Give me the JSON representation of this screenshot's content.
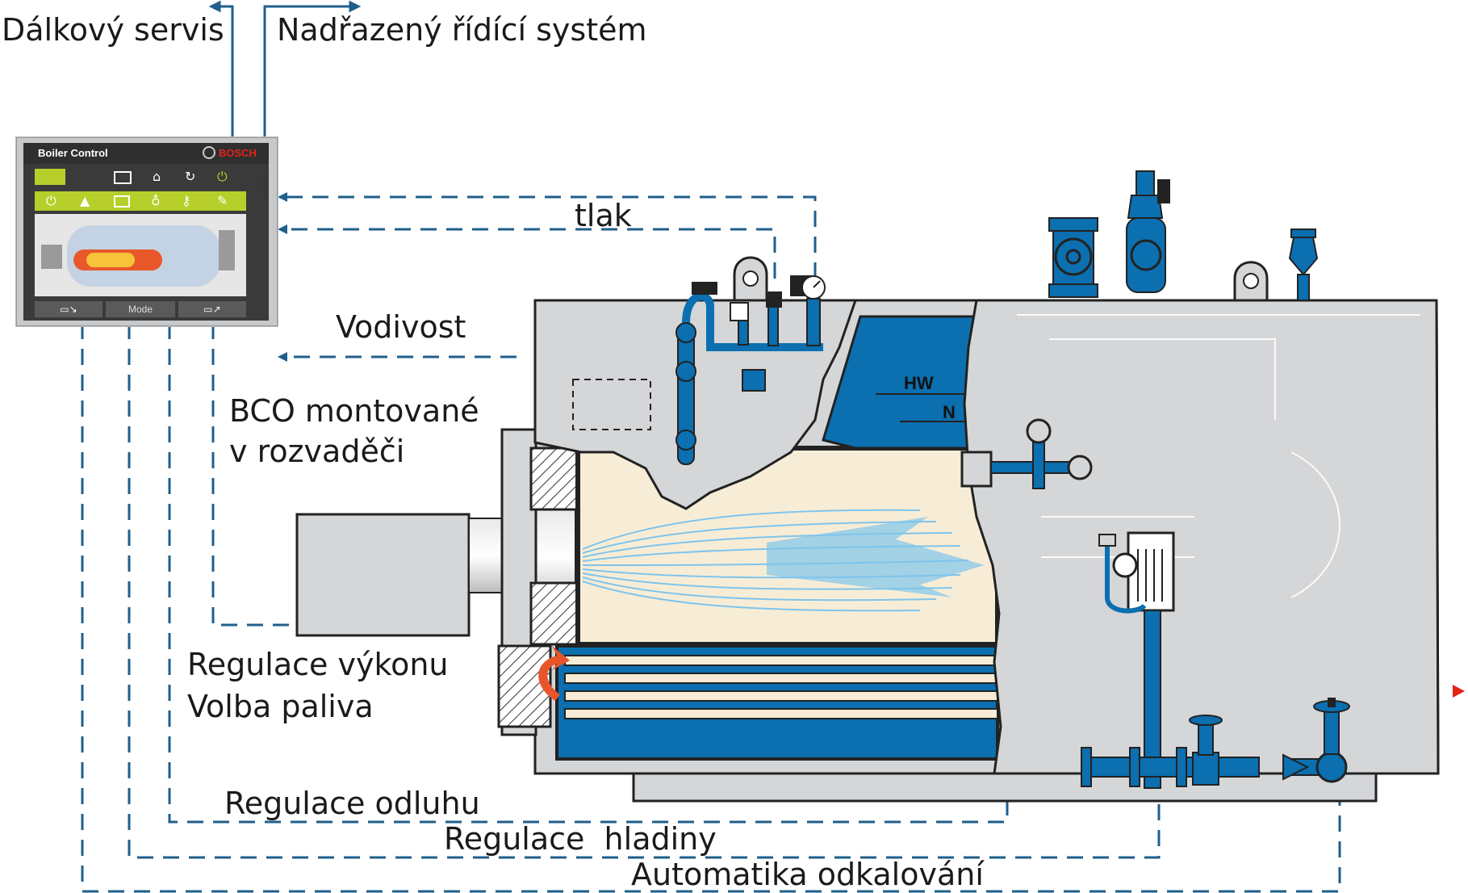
{
  "labels": {
    "remote_service": "Dálkový servis",
    "master_control": "Nadřazený řídící systém",
    "pressure": "tlak",
    "conductivity": "Vodivost",
    "bco_line1": "BCO montované",
    "bco_line2": "v rozvaděči",
    "power_control": "Regulace výkonu",
    "fuel_selection": "Volba paliva",
    "blowdown_control": "Regulace odluhu",
    "level_control": "Regulace  hladiny",
    "auto_desludging": "Automatika odkalování",
    "hw_mark": "HW",
    "nw_mark": "N"
  },
  "panel": {
    "title": "Boiler Control",
    "brand": "BOSCH",
    "side_label": "TOUCH",
    "mode_button": "Mode"
  },
  "colors": {
    "line_blue": "#1f5f8b",
    "water_blue": "#0b6fb0",
    "boiler_gray": "#d4d6d8",
    "panel_gray": "#c8c9cb",
    "screen_bg": "#3a3a3a",
    "accent_green": "#b6cf2a",
    "furnace_cream": "#f7edd6",
    "flame_blue": "#7fc4ec"
  }
}
